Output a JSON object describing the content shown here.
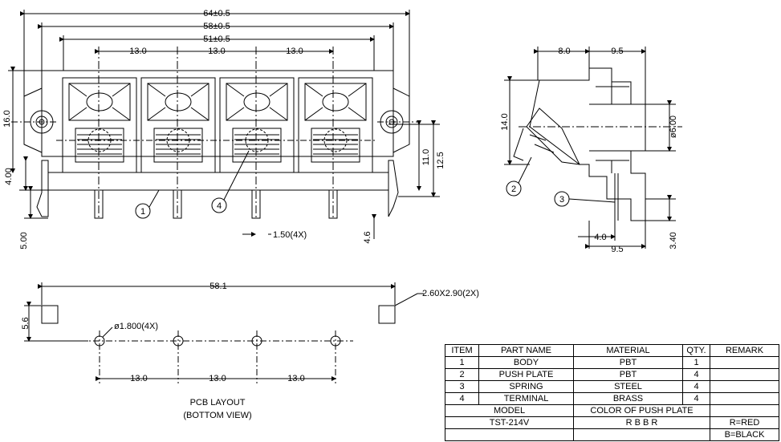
{
  "front_view": {
    "dims": {
      "overall": "64±0.5",
      "mid": "58±0.5",
      "inner": "51±0.5",
      "pitch": [
        "13.0",
        "13.0",
        "13.0"
      ],
      "height_left": "16.0",
      "small_left": "4.00",
      "pin_left": "5.00",
      "pin_width": "1.50(4X)",
      "pin_len": "4.6",
      "h11": "11.0",
      "h125": "12.5"
    },
    "callouts": [
      "1",
      "4"
    ]
  },
  "side_view": {
    "dims": {
      "top_a": "8.0",
      "top_b": "9.5",
      "height": "14.0",
      "dia": "ø6.00",
      "bot_a": "4.0",
      "bot_b": "9.5",
      "bot_right": "3.40"
    },
    "callouts": [
      "2",
      "3"
    ]
  },
  "pcb_layout": {
    "width": "58.1",
    "pad_size": "2.60X2.90(2X)",
    "pad_offset": "5.6",
    "hole": "ø1.800(4X)",
    "pitch": [
      "13.0",
      "13.0",
      "13.0"
    ],
    "title": "PCB LAYOUT",
    "subtitle": "(BOTTOM VIEW)"
  },
  "bom": {
    "headers": [
      "ITEM",
      "PART NAME",
      "MATERIAL",
      "QTY.",
      "REMARK"
    ],
    "rows": [
      {
        "item": "1",
        "part": "BODY",
        "material": "PBT",
        "qty": "1",
        "remark": ""
      },
      {
        "item": "2",
        "part": "PUSH PLATE",
        "material": "PBT",
        "qty": "4",
        "remark": ""
      },
      {
        "item": "3",
        "part": "SPRING",
        "material": "STEEL",
        "qty": "4",
        "remark": ""
      },
      {
        "item": "4",
        "part": "TERMINAL",
        "material": "BRASS",
        "qty": "4",
        "remark": ""
      }
    ],
    "model_header": "MODEL",
    "color_header": "COLOR OF PUSH PLATE",
    "model": "TST-214V",
    "colors": "R  B  B  R",
    "remark_red": "R=RED",
    "remark_black": "B=BLACK"
  }
}
